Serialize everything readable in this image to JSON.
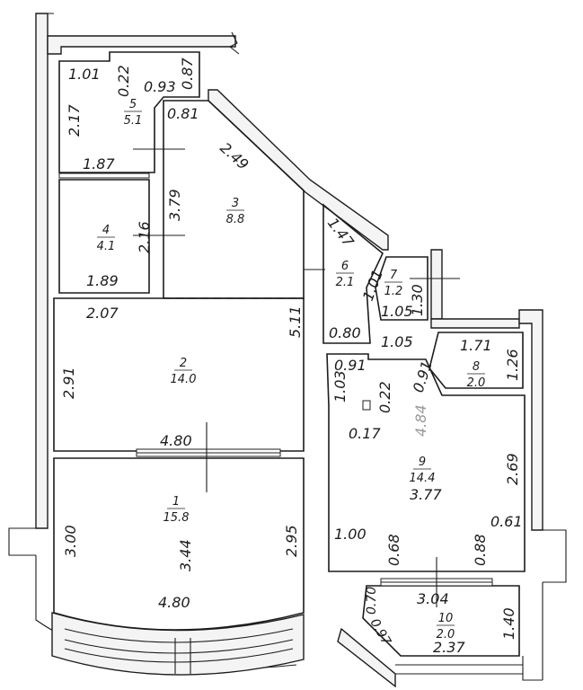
{
  "rooms": [
    {
      "id": "1",
      "number": "1",
      "area": "15.8"
    },
    {
      "id": "2",
      "number": "2",
      "area": "14.0"
    },
    {
      "id": "3",
      "number": "3",
      "area": "8.8"
    },
    {
      "id": "4",
      "number": "4",
      "area": "4.1"
    },
    {
      "id": "5",
      "number": "5",
      "area": "5.1"
    },
    {
      "id": "6",
      "number": "6",
      "area": "2.1"
    },
    {
      "id": "7",
      "number": "7",
      "area": "1.2"
    },
    {
      "id": "8",
      "number": "8",
      "area": "2.0"
    },
    {
      "id": "9",
      "number": "9",
      "area": "14.4"
    },
    {
      "id": "10",
      "number": "10",
      "area": "2.0"
    }
  ],
  "dimensions": {
    "r5_top_left": "1.01",
    "r5_notch": "0.22",
    "r5_top_right": "0.87",
    "r5_notch_w": "0.93",
    "r5_left": "2.17",
    "r5_bottom": "1.87",
    "r3_top": "0.81",
    "r3_diag": "2.49",
    "r3_left": "3.79",
    "r4_right": "2.16",
    "r4_bottom": "1.89",
    "r2_top": "2.07",
    "r3_right": "5.11",
    "r2_left": "2.91",
    "r2_bottom": "4.80",
    "r6_diag": "1.47",
    "r6_side": "1.01",
    "r7_right": "1.30",
    "r7_bottom": "1.05",
    "r6_bottom": "0.80",
    "corr_w": "1.05",
    "r8_top": "1.71",
    "r8_right": "1.26",
    "r8_diag": "0.91",
    "r9_top": "0.91",
    "r9_side": "1.03",
    "r9_post": "0.22",
    "r9_len": "4.84",
    "r9_small": "0.17",
    "r9_right": "2.69",
    "r9_width": "3.77",
    "r9_bevel": "0.61",
    "r9_left_b": "1.00",
    "r9_win_l": "0.68",
    "r9_win_r": "0.88",
    "r1_left": "3.00",
    "r1_right": "2.95",
    "r1_mid": "3.44",
    "r1_bottom": "4.80",
    "r10_top": "3.04",
    "r10_left": "0.70",
    "r10_diag": "0.97",
    "r10_right": "1.40",
    "r10_bottom": "2.37"
  }
}
